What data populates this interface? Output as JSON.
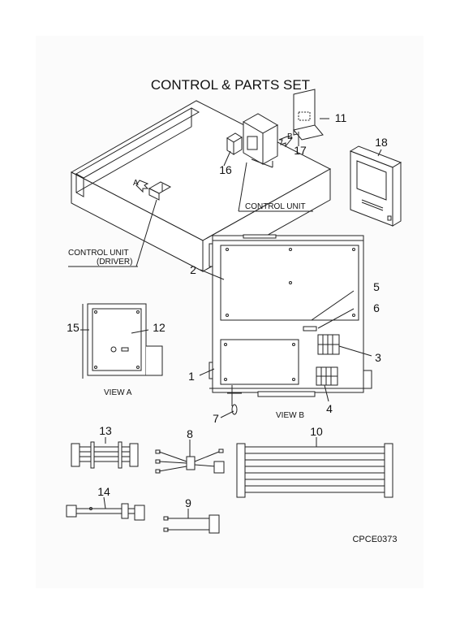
{
  "title": "CONTROL & PARTS SET",
  "labels": {
    "control_unit": "CONTROL UNIT",
    "control_unit_driver_1": "CONTROL UNIT",
    "control_unit_driver_2": "(DRIVER)",
    "view_a": "VIEW A",
    "view_b": "VIEW B",
    "arrow_a": "A",
    "arrow_b": "B",
    "drawing_code": "CPCE0373"
  },
  "callouts": [
    "1",
    "2",
    "3",
    "4",
    "5",
    "6",
    "7",
    "8",
    "9",
    "10",
    "11",
    "12",
    "13",
    "14",
    "15",
    "16",
    "17",
    "18"
  ]
}
